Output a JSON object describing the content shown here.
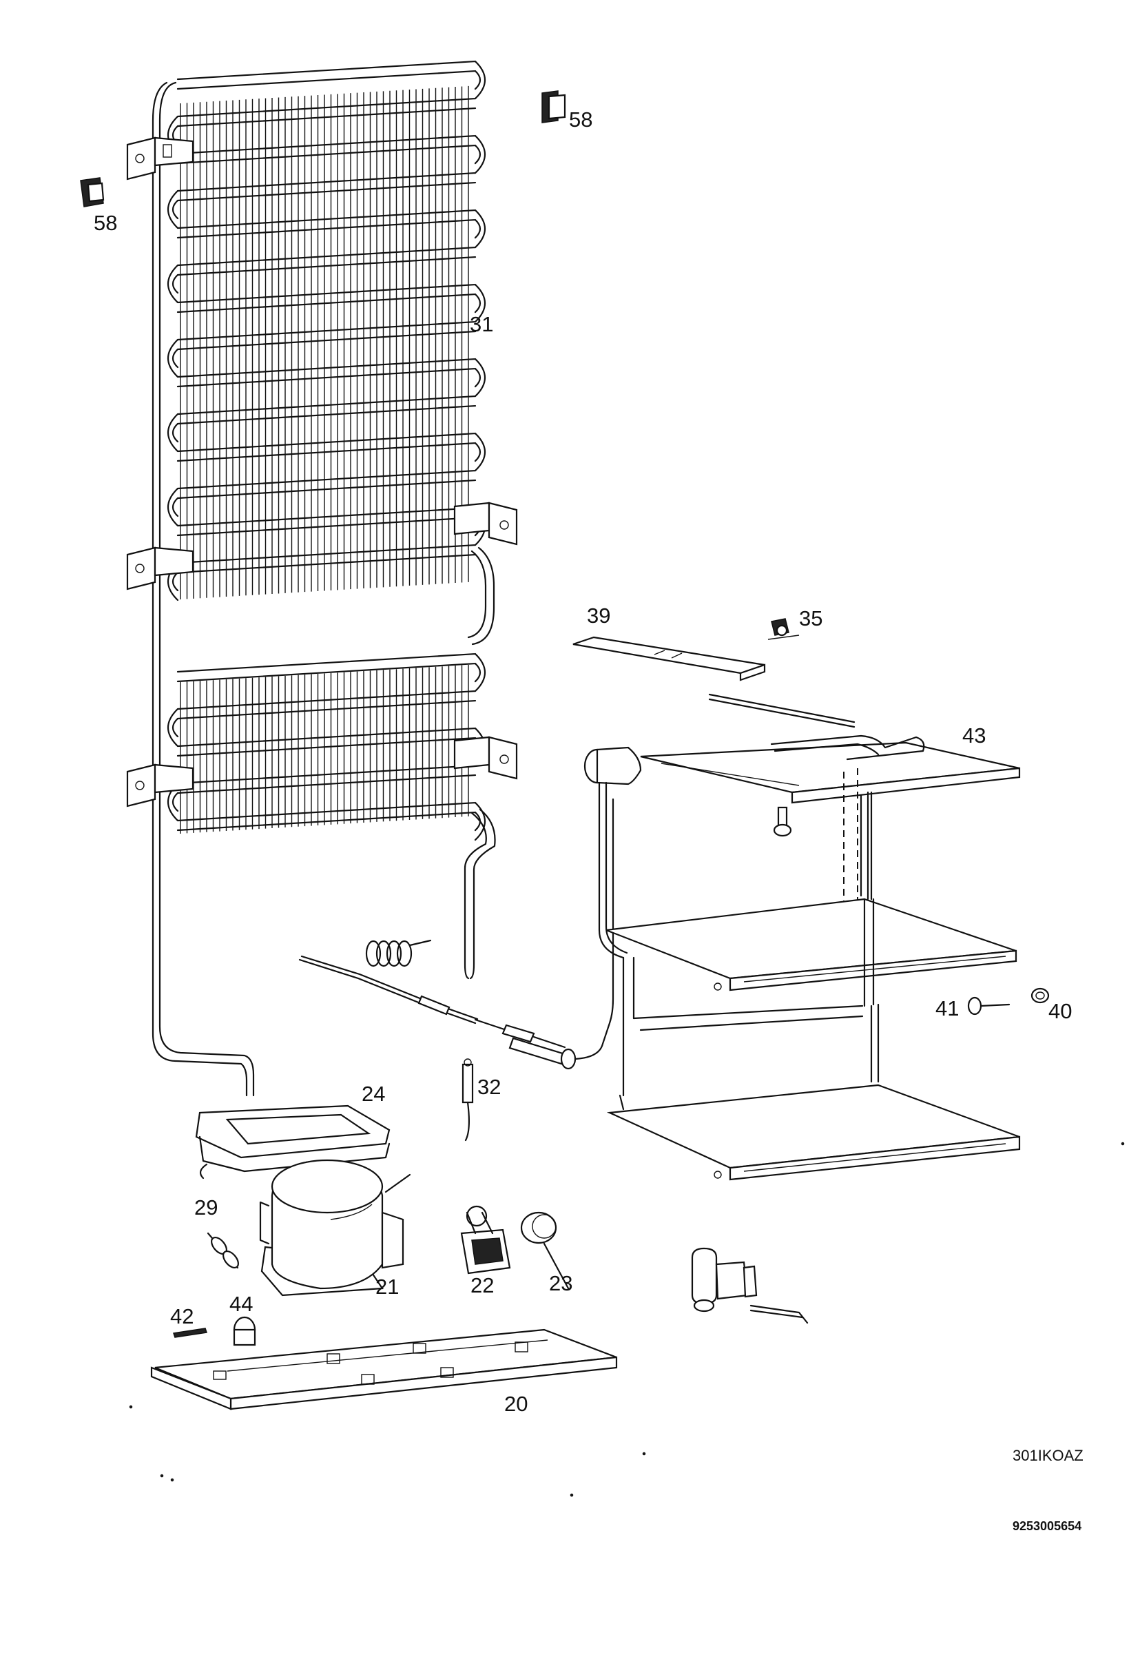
{
  "diagram": {
    "part_labels": {
      "p58a": "58",
      "p58b": "58",
      "p31": "31",
      "p39": "39",
      "p35": "35",
      "p43": "43",
      "p41": "41",
      "p40": "40",
      "p24": "24",
      "p32": "32",
      "p29": "29",
      "p21": "21",
      "p22": "22",
      "p23": "23",
      "p42": "42",
      "p44": "44",
      "p20": "20"
    },
    "drawing_code": "301IKOAZ",
    "document_number": "9253005654"
  }
}
